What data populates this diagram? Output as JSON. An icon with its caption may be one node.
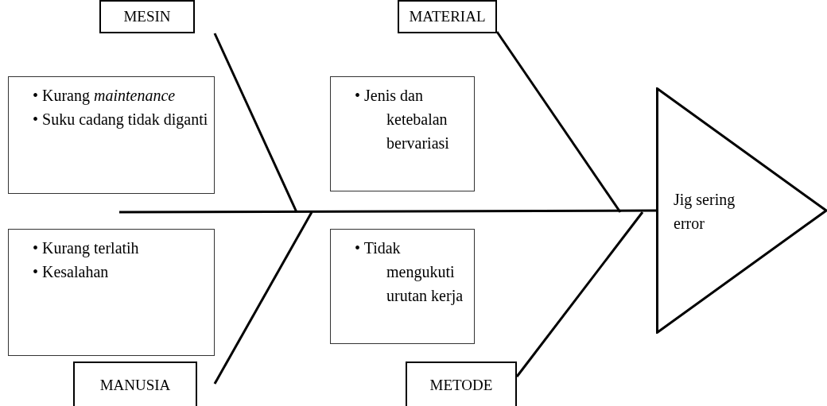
{
  "diagram": {
    "nodes": [
      {
        "text": [
          "MESIN"
        ]
      },
      {
        "text": [
          "MATERIAL"
        ]
      },
      {
        "text": [
          "• Kurang *maintenance*",
          "• Suku cadang tidak diganti"
        ]
      },
      {
        "text": [
          "• Jenis dan ketebalan bervariasi"
        ]
      },
      {
        "text": [
          "Jig sering error"
        ]
      },
      {
        "text": [
          "• Kurang terlatih",
          "• Kesalahan"
        ]
      },
      {
        "text": [
          "• Tidak mengukuti urutan kerja"
        ]
      },
      {
        "text": [
          "MANUSIA"
        ]
      },
      {
        "text": [
          "METODE"
        ]
      }
    ],
    "edges": [
      {
        "from": null,
        "to": 4,
        "arrow": "none"
      },
      {
        "from": 0,
        "to": null,
        "arrow": "none"
      },
      {
        "from": 1,
        "to": null,
        "arrow": "none"
      },
      {
        "from": 7,
        "to": null,
        "arrow": "none"
      },
      {
        "from": 8,
        "to": null,
        "arrow": "none"
      }
    ]
  }
}
